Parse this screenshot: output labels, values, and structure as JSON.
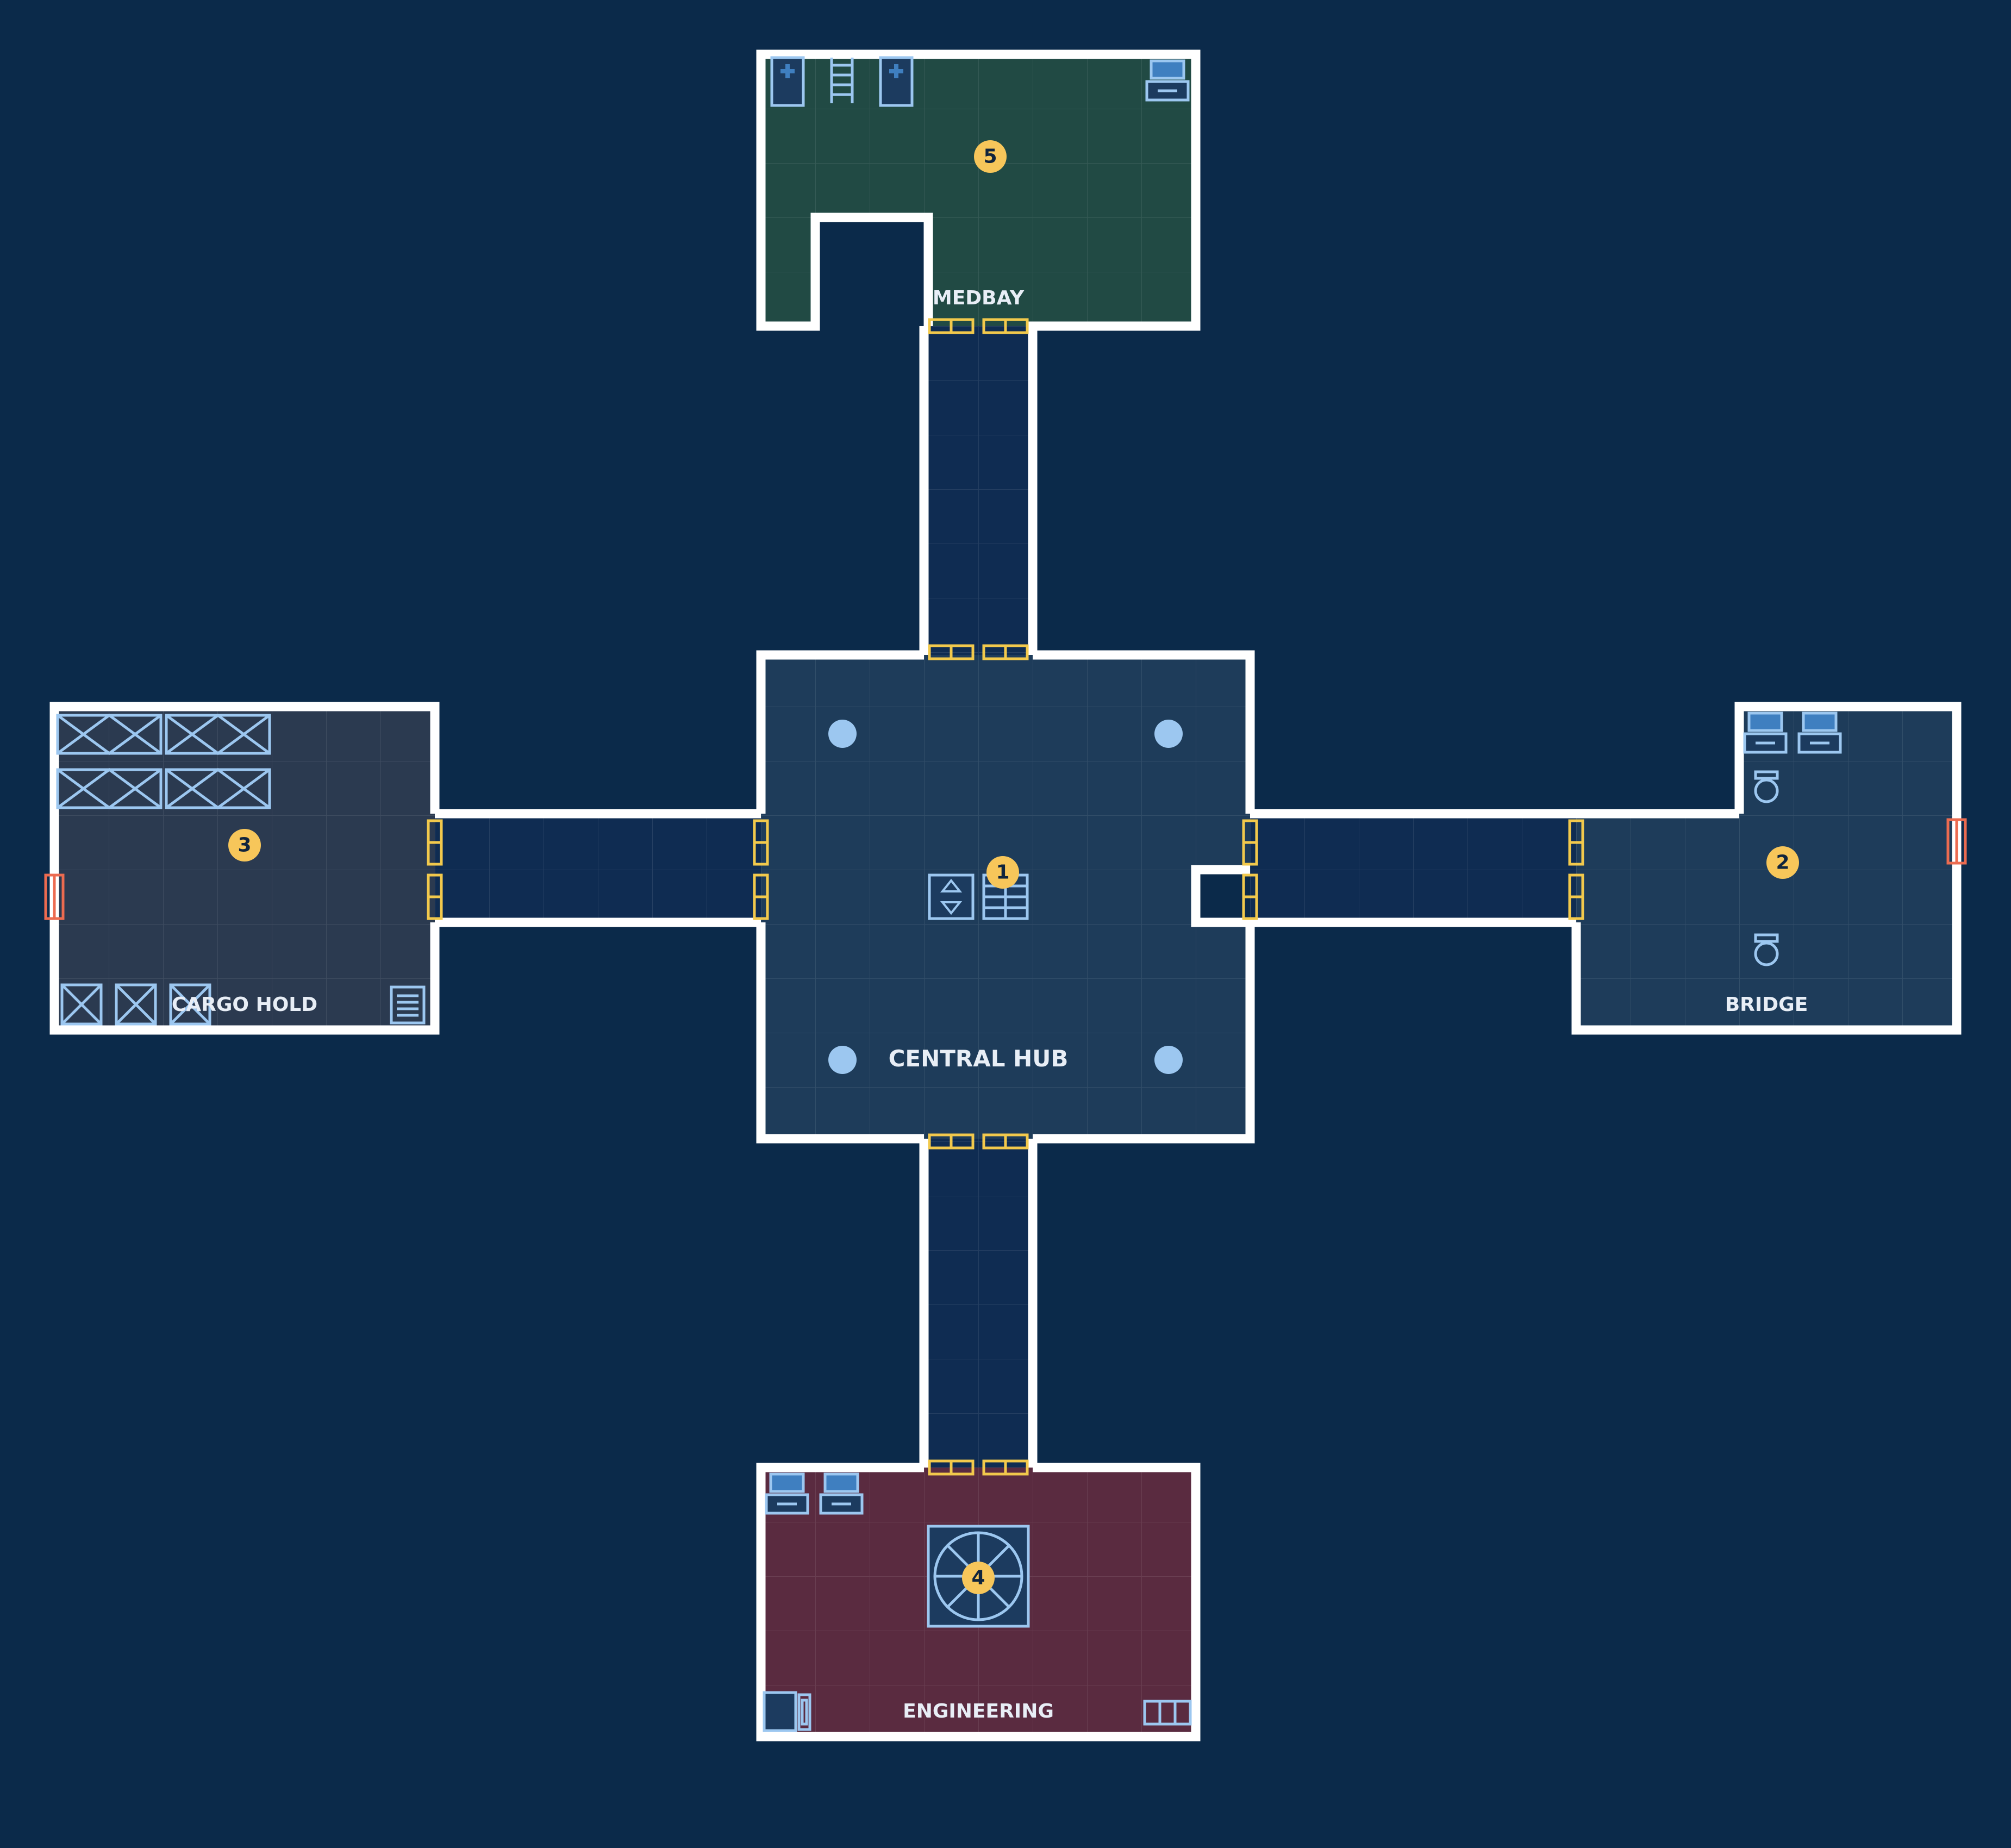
{
  "map": {
    "background": "#0b2a4a",
    "rooms": {
      "central_hub": {
        "label": "CENTRAL HUB",
        "marker": "1",
        "floor": "#1e3c5a"
      },
      "bridge": {
        "label": "BRIDGE",
        "marker": "2",
        "floor": "#1e3c5a"
      },
      "cargo_hold": {
        "label": "CARGO HOLD",
        "marker": "3",
        "floor": "#2b3a50"
      },
      "engineering": {
        "label": "ENGINEERING",
        "marker": "4",
        "floor": "#5a2b40"
      },
      "medbay": {
        "label": "MEDBAY",
        "marker": "5",
        "floor": "#214a44"
      }
    },
    "corridor_floor": "#0f2c52",
    "wall_color": "#ffffff",
    "door_color": "#f2c94c",
    "airlock_color": "#ec6b50",
    "marker_color": "#f7c65a",
    "fixture_color": "#9cc7f0",
    "icons": [
      "medical-bed-icon",
      "ladder-icon",
      "computer-console-icon",
      "crate-icon",
      "vent-icon",
      "lift-icon",
      "server-rack-icon",
      "reactor-icon",
      "seat-icon",
      "column-icon",
      "locker-icon",
      "battery-icon"
    ]
  }
}
